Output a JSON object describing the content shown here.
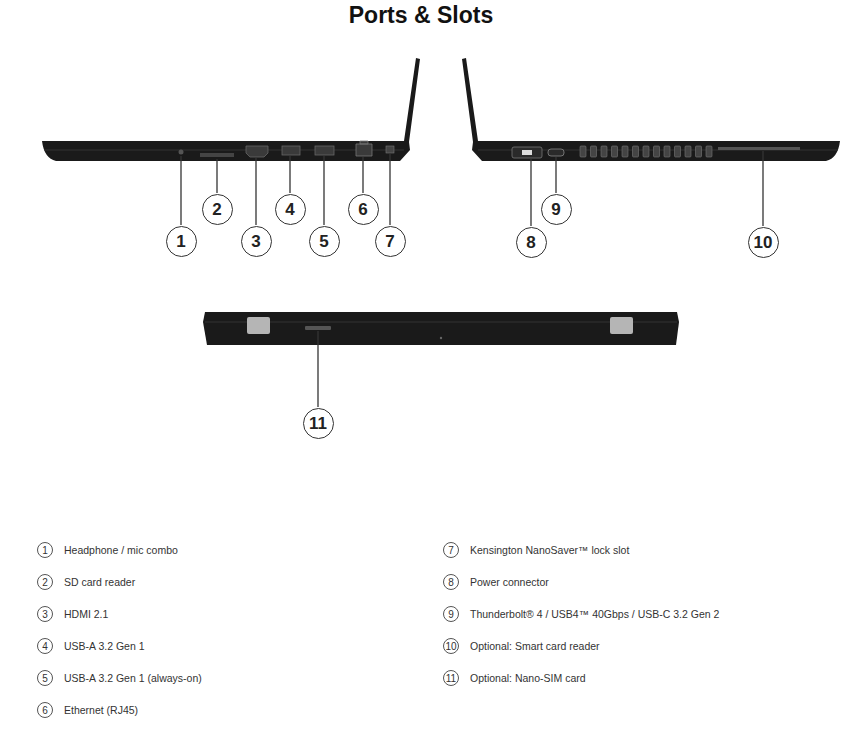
{
  "diagram": {
    "title": "Ports & Slots",
    "nodes": [
      {
        "text": [
          "1"
        ]
      },
      {
        "text": [
          "2"
        ]
      },
      {
        "text": [
          "3"
        ]
      },
      {
        "text": [
          "4"
        ]
      },
      {
        "text": [
          "5"
        ]
      },
      {
        "text": [
          "6"
        ]
      },
      {
        "text": [
          "7"
        ]
      },
      {
        "text": [
          "8"
        ]
      },
      {
        "text": [
          "9"
        ]
      },
      {
        "text": [
          "10"
        ]
      },
      {
        "text": [
          "11"
        ]
      },
      {
        "text": [
          "1",
          "Headphone / mic combo"
        ]
      },
      {
        "text": [
          "2",
          "SD card reader"
        ]
      },
      {
        "text": [
          "3",
          "HDMI 2.1"
        ]
      },
      {
        "text": [
          "4",
          "USB-A 3.2 Gen 1"
        ]
      },
      {
        "text": [
          "5",
          "USB-A 3.2 Gen 1 (always-on)"
        ]
      },
      {
        "text": [
          "6",
          "Ethernet (RJ45)"
        ]
      },
      {
        "text": [
          "7",
          "Kensington NanoSaver™ lock slot"
        ]
      },
      {
        "text": [
          "8",
          "Power connector"
        ]
      },
      {
        "text": [
          "9",
          "Thunderbolt® 4 / USB4™ 40Gbps / USB-C 3.2 Gen 2"
        ]
      },
      {
        "text": [
          "10",
          "Optional: Smart card reader"
        ]
      },
      {
        "text": [
          "11",
          "Optional: Nano-SIM card"
        ]
      }
    ]
  }
}
